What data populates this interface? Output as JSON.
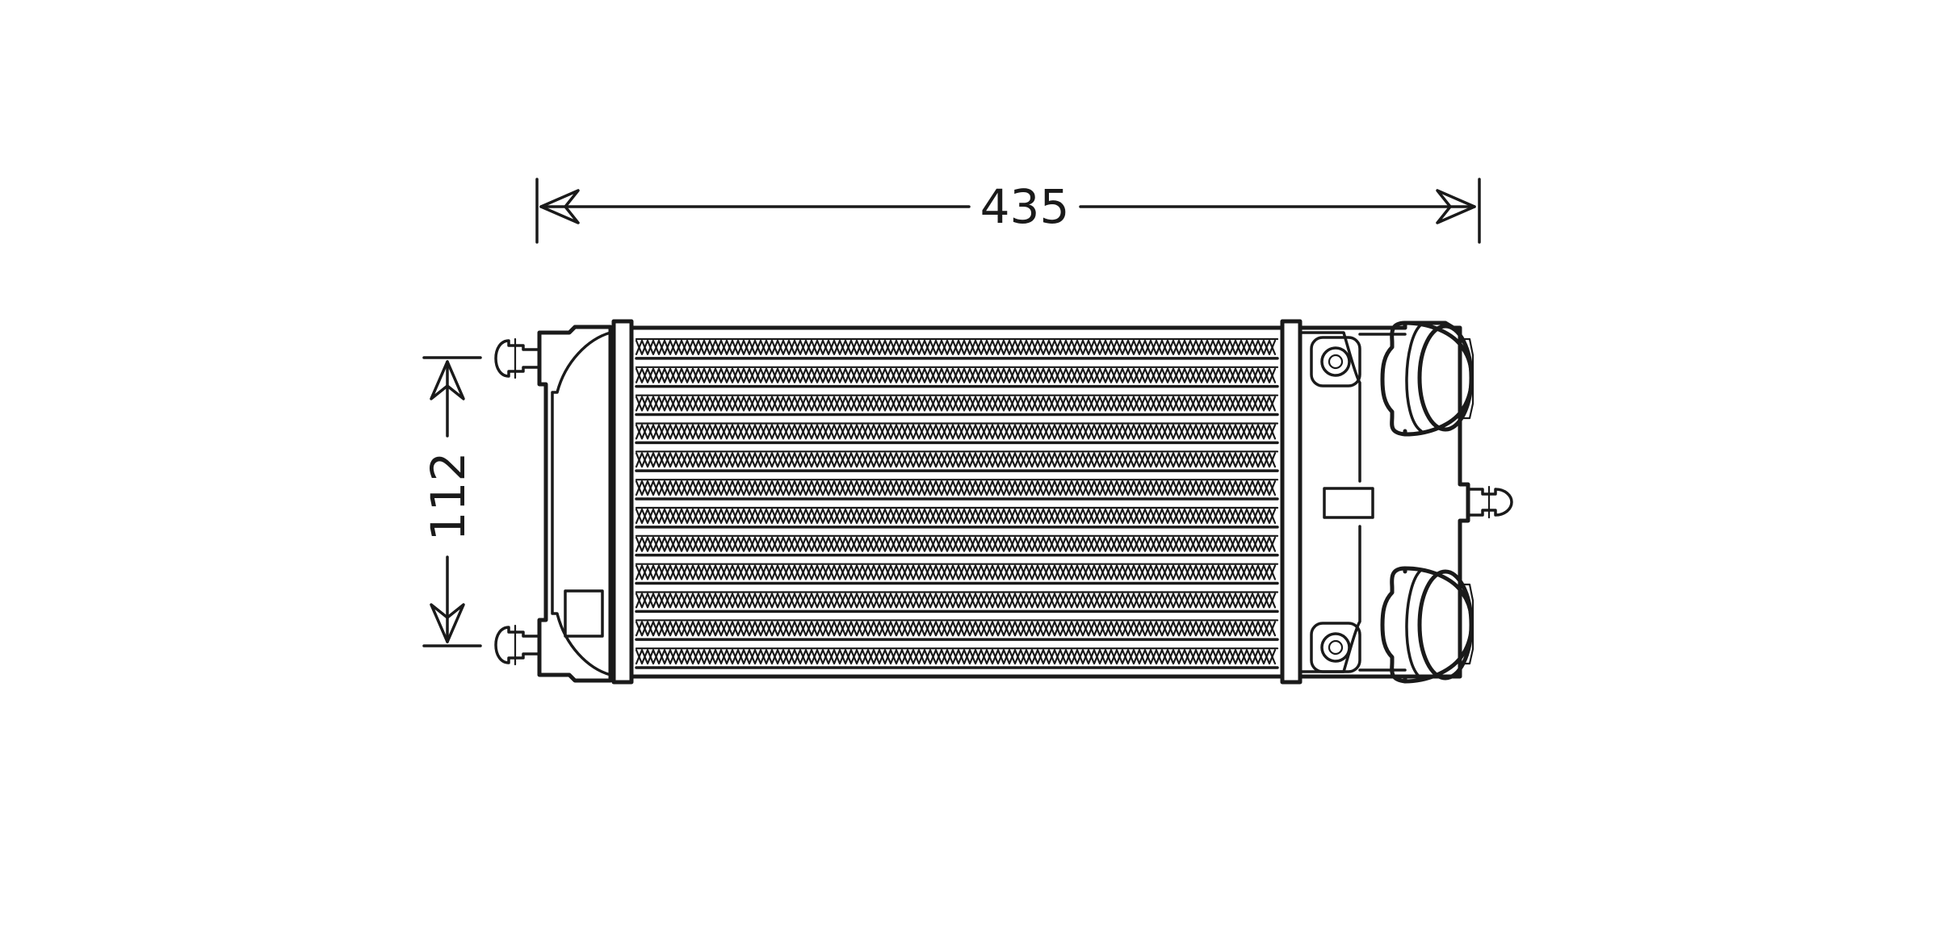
{
  "dimensions": {
    "width_label": "435",
    "height_label": "112"
  },
  "core": {
    "fin_rows": 12
  },
  "colors": {
    "line": "#1a1a1a",
    "background": "#ffffff"
  }
}
